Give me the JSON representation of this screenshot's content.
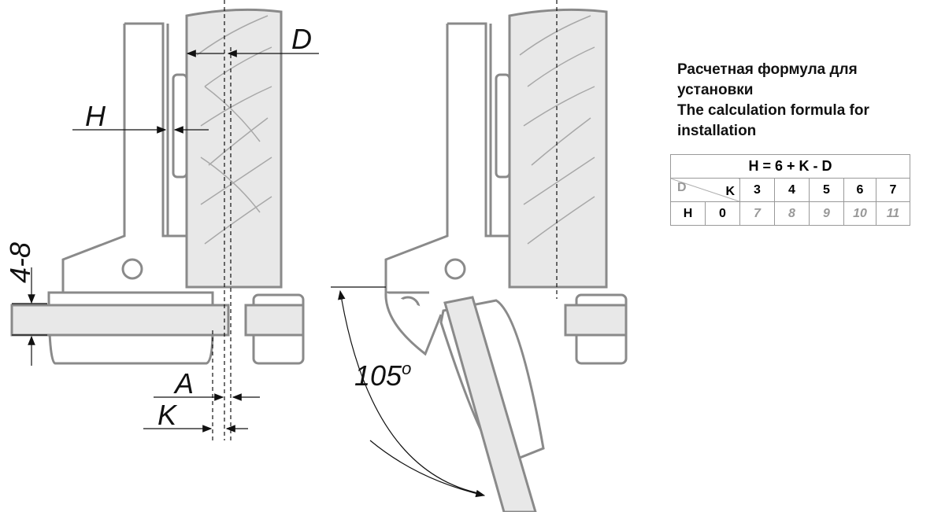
{
  "labels": {
    "D": "D",
    "H": "H",
    "range": "4-8",
    "A": "A",
    "K": "K",
    "angle": "105",
    "angle_sup": "o"
  },
  "formula_title": [
    "Расчетная формула для",
    "установки",
    "The calculation formula for",
    "installation"
  ],
  "table": {
    "formula": "H = 6 + K - D",
    "corner_d": "D",
    "corner_k": "K",
    "k_values": [
      "3",
      "4",
      "5",
      "6",
      "7"
    ],
    "row_label": "H",
    "d_value": "0",
    "h_values": [
      "7",
      "8",
      "9",
      "10",
      "11"
    ]
  }
}
